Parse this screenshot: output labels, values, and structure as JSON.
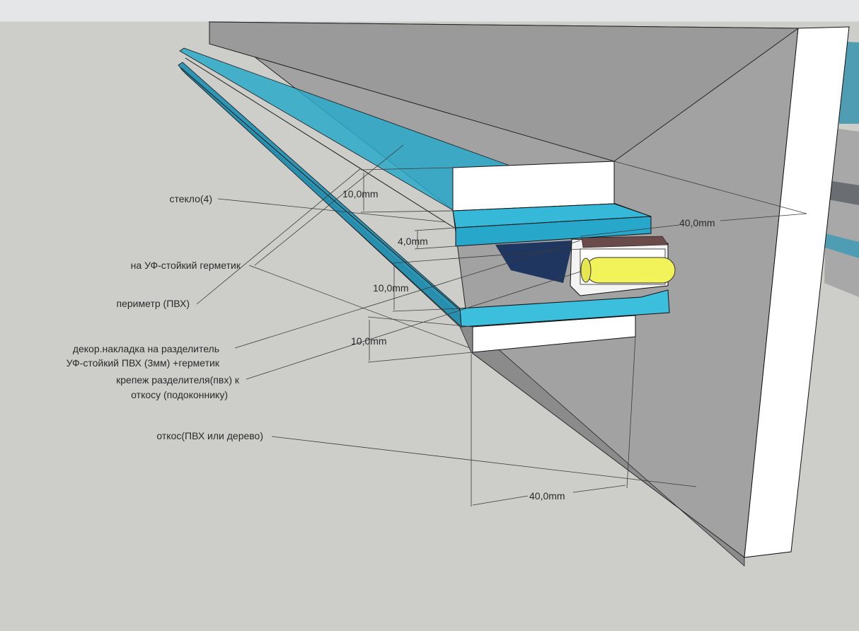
{
  "labels": {
    "glass": "стекло(4)",
    "uv_sealant": "на УФ-стойкий герметик",
    "perimeter": "периметр (ПВХ)",
    "decor_line1": "декор.накладка на разделитель",
    "decor_line2": "УФ-стойкий ПВХ (3мм) +герметик",
    "fastener_line1": "крепеж разделителя(пвх) к",
    "fastener_line2": "откосу (подоконнику)",
    "slope": "откос(ПВХ или дерево)"
  },
  "dimensions": {
    "top_decor": "10,0mm",
    "glass_thickness": "4,0mm",
    "spacer": "10,0mm",
    "bottom_decor": "10,0mm",
    "depth_top": "40,0mm",
    "width_bottom": "40,0mm"
  },
  "colors": {
    "background": "#cdcdc9",
    "wall": "#9e9e9e",
    "glass": "#2eb4d6",
    "white_part": "#ffffff",
    "yellow_rod": "#f2f25a"
  }
}
